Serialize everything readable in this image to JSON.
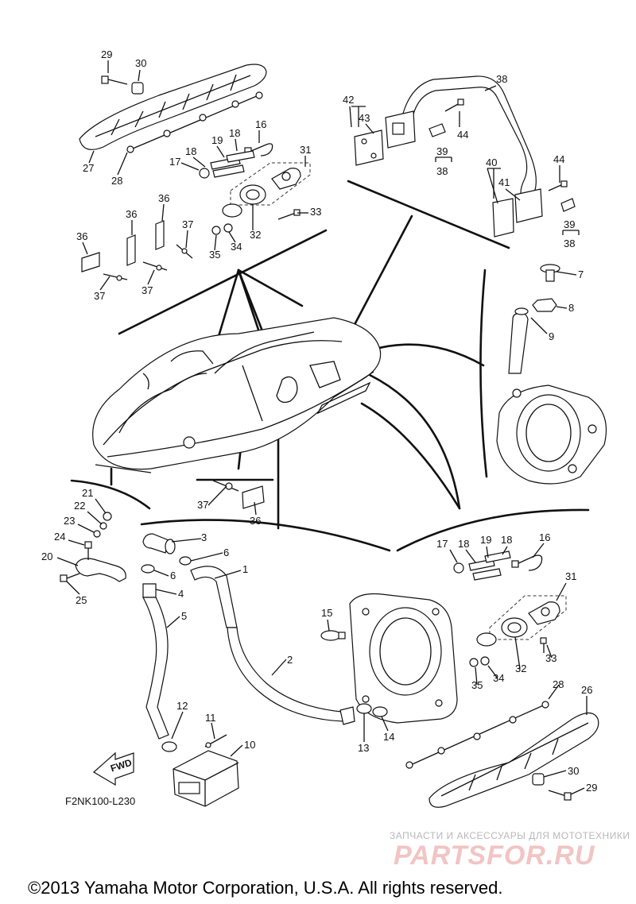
{
  "diagram_code": "F2NK100-L230",
  "fwd_label": "FWD",
  "watermark_line1": "ЗАПЧАСТИ И АКСЕССУАРЫ ДЛЯ МОТОТЕХНИКИ",
  "watermark_line2": "PARTSFOR.RU",
  "copyright": "©2013 Yamaha Motor Corporation, U.S.A. All rights reserved.",
  "callouts": [
    {
      "id": "c29a",
      "text": "29"
    },
    {
      "id": "c30a",
      "text": "30"
    },
    {
      "id": "c27",
      "text": "27"
    },
    {
      "id": "c28a",
      "text": "28"
    },
    {
      "id": "c16a",
      "text": "16"
    },
    {
      "id": "c18a",
      "text": "18"
    },
    {
      "id": "c19a",
      "text": "19"
    },
    {
      "id": "c18b",
      "text": "18"
    },
    {
      "id": "c17a",
      "text": "17"
    },
    {
      "id": "c31a",
      "text": "31"
    },
    {
      "id": "c33a",
      "text": "33"
    },
    {
      "id": "c32a",
      "text": "32"
    },
    {
      "id": "c34a",
      "text": "34"
    },
    {
      "id": "c35a",
      "text": "35"
    },
    {
      "id": "c36a",
      "text": "36"
    },
    {
      "id": "c36b",
      "text": "36"
    },
    {
      "id": "c36c",
      "text": "36"
    },
    {
      "id": "c37a",
      "text": "37"
    },
    {
      "id": "c37b",
      "text": "37"
    },
    {
      "id": "c37c",
      "text": "37"
    },
    {
      "id": "c42",
      "text": "42"
    },
    {
      "id": "c43",
      "text": "43"
    },
    {
      "id": "c38a",
      "text": "38"
    },
    {
      "id": "c44a",
      "text": "44"
    },
    {
      "id": "c39a",
      "text": "39"
    },
    {
      "id": "c38b",
      "text": "38"
    },
    {
      "id": "c40",
      "text": "40"
    },
    {
      "id": "c41",
      "text": "41"
    },
    {
      "id": "c44b",
      "text": "44"
    },
    {
      "id": "c39b",
      "text": "39"
    },
    {
      "id": "c38c",
      "text": "38"
    },
    {
      "id": "c7",
      "text": "7"
    },
    {
      "id": "c8",
      "text": "8"
    },
    {
      "id": "c9",
      "text": "9"
    },
    {
      "id": "c37d",
      "text": "37"
    },
    {
      "id": "c36d",
      "text": "36"
    },
    {
      "id": "c21",
      "text": "21"
    },
    {
      "id": "c22",
      "text": "22"
    },
    {
      "id": "c23",
      "text": "23"
    },
    {
      "id": "c24",
      "text": "24"
    },
    {
      "id": "c20",
      "text": "20"
    },
    {
      "id": "c25",
      "text": "25"
    },
    {
      "id": "c3",
      "text": "3"
    },
    {
      "id": "c6a",
      "text": "6"
    },
    {
      "id": "c6b",
      "text": "6"
    },
    {
      "id": "c1",
      "text": "1"
    },
    {
      "id": "c4",
      "text": "4"
    },
    {
      "id": "c5",
      "text": "5"
    },
    {
      "id": "c2",
      "text": "2"
    },
    {
      "id": "c12",
      "text": "12"
    },
    {
      "id": "c11",
      "text": "11"
    },
    {
      "id": "c10",
      "text": "10"
    },
    {
      "id": "c15",
      "text": "15"
    },
    {
      "id": "c13",
      "text": "13"
    },
    {
      "id": "c14",
      "text": "14"
    },
    {
      "id": "c17b",
      "text": "17"
    },
    {
      "id": "c18c",
      "text": "18"
    },
    {
      "id": "c19b",
      "text": "19"
    },
    {
      "id": "c18d",
      "text": "18"
    },
    {
      "id": "c16b",
      "text": "16"
    },
    {
      "id": "c31b",
      "text": "31"
    },
    {
      "id": "c33b",
      "text": "33"
    },
    {
      "id": "c32b",
      "text": "32"
    },
    {
      "id": "c34b",
      "text": "34"
    },
    {
      "id": "c35b",
      "text": "35"
    },
    {
      "id": "c28b",
      "text": "28"
    },
    {
      "id": "c26",
      "text": "26"
    },
    {
      "id": "c30b",
      "text": "30"
    },
    {
      "id": "c29b",
      "text": "29"
    }
  ]
}
